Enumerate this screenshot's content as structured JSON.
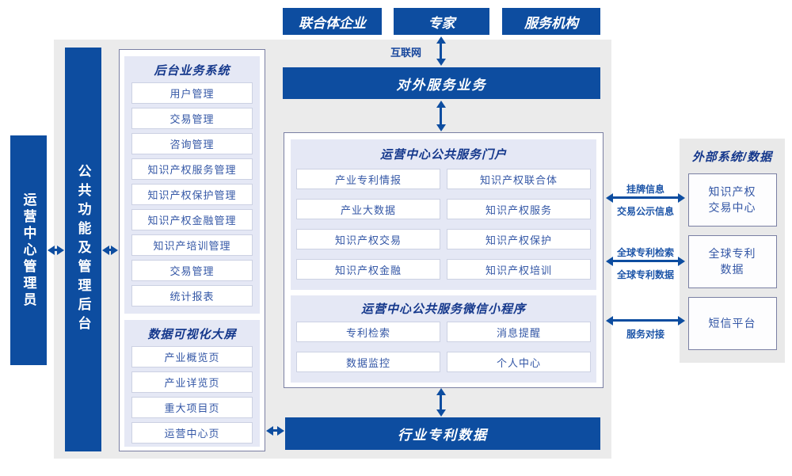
{
  "colors": {
    "primary_blue": "#0d4da0",
    "panel_gray": "#ebebeb",
    "subpanel_lavender": "#e5e8f5",
    "title_navy": "#15388c",
    "item_text_blue": "#3457a6",
    "item_border": "#ccd1e3",
    "container_border": "#7a7fa3"
  },
  "top_actors": {
    "items": [
      "联合体企业",
      "专家",
      "服务机构"
    ]
  },
  "labels": {
    "internet": "互联网"
  },
  "bars": {
    "external_service": "对外服务业务",
    "industry_patent_data": "行业专利数据"
  },
  "rails": {
    "operation_admin": "运营中心管理员",
    "public_platform": "公共功能及管理后台"
  },
  "backend_system": {
    "title": "后台业务系统",
    "items": [
      "用户管理",
      "交易管理",
      "咨询管理",
      "知识产权服务管理",
      "知识产权保护管理",
      "知识产权金融管理",
      "知识产培训管理",
      "交易管理",
      "统计报表"
    ]
  },
  "data_dashboard": {
    "title": "数据可视化大屏",
    "items": [
      "产业概览页",
      "产业详览页",
      "重大项目页",
      "运营中心页"
    ]
  },
  "public_portal": {
    "title": "运营中心公共服务门户",
    "items": [
      "产业专利情报",
      "知识产权联合体",
      "产业大数据",
      "知识产权服务",
      "知识产权交易",
      "知识产权保护",
      "知识产权金融",
      "知识产权培训"
    ]
  },
  "mini_program": {
    "title": "运营中心公共服务微信小程序",
    "items": [
      "专利检索",
      "消息提醒",
      "数据监控",
      "个人中心"
    ]
  },
  "external_systems": {
    "title": "外部系统/数据",
    "boxes": [
      "知识产权\n交易中心",
      "全球专利\n数据",
      "短信平台"
    ]
  },
  "link_labels": {
    "listing_info": "挂牌信息",
    "trade_publicity_info": "交易公示信息",
    "global_patent_search": "全球专利检索",
    "global_patent_data": "全球专利数据",
    "service_connection": "服务对接"
  }
}
